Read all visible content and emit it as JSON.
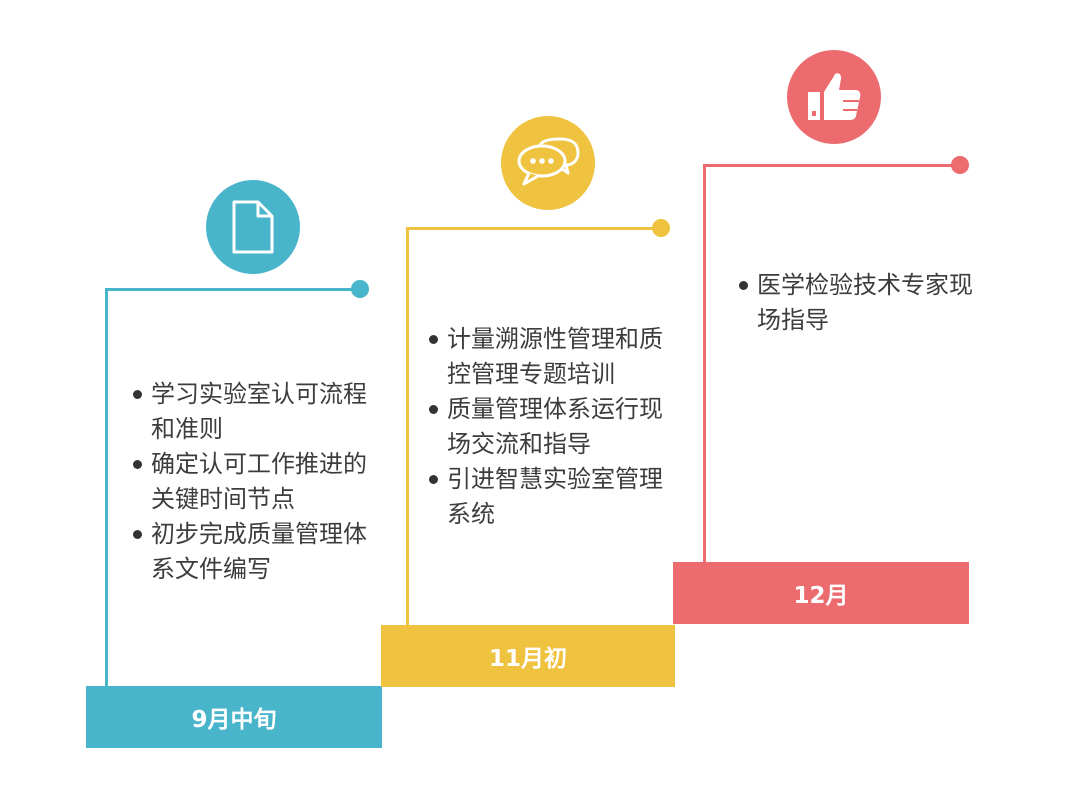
{
  "colors": {
    "teal": "#48b5cb",
    "yellow": "#efc23f",
    "red": "#ec6b6e"
  },
  "stages": [
    {
      "label": "9月中旬",
      "icon": "document-icon",
      "items": [
        "学习实验室认可流程和准则",
        "确定认可工作推进的关键时间节点",
        "初步完成质量管理体系文件编写"
      ]
    },
    {
      "label": "11月初",
      "icon": "chat-bubbles-icon",
      "items": [
        "计量溯源性管理和质控管理专题培训",
        "质量管理体系运行现场交流和指导",
        "引进智慧实验室管理系统"
      ]
    },
    {
      "label": "12月",
      "icon": "thumbs-up-icon",
      "items": [
        "医学检验技术专家现场指导"
      ]
    }
  ]
}
